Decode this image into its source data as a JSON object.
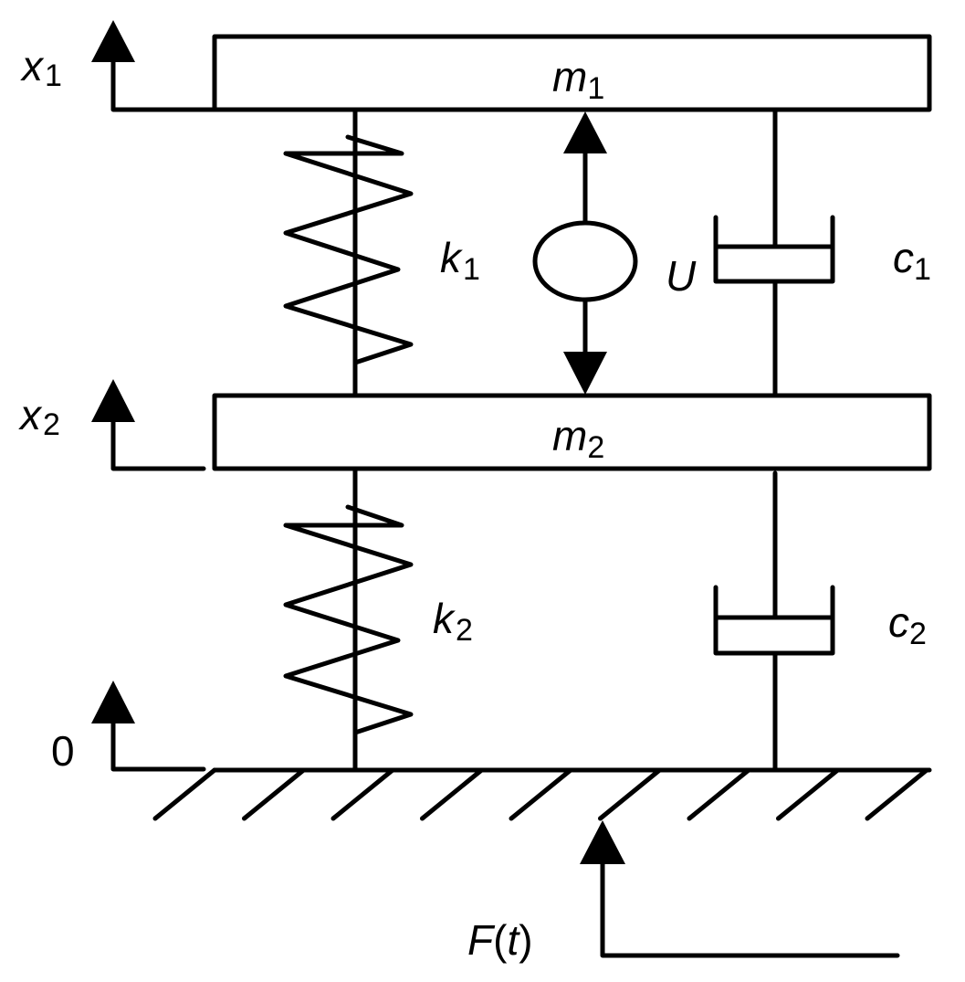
{
  "diagram": {
    "type": "two-mass spring-damper system",
    "colors": {
      "stroke": "#000000",
      "background": "#ffffff"
    },
    "masses": [
      {
        "symbol": "m",
        "subscript": "1"
      },
      {
        "symbol": "m",
        "subscript": "2"
      }
    ],
    "springs": [
      {
        "symbol": "k",
        "subscript": "1"
      },
      {
        "symbol": "k",
        "subscript": "2"
      }
    ],
    "dampers": [
      {
        "symbol": "c",
        "subscript": "1"
      },
      {
        "symbol": "c",
        "subscript": "2"
      }
    ],
    "actuator": {
      "symbol": "U"
    },
    "displacements": [
      {
        "symbol": "x",
        "subscript": "1"
      },
      {
        "symbol": "x",
        "subscript": "2"
      },
      {
        "symbol": "0",
        "subscript": ""
      }
    ],
    "force": {
      "symbol": "F",
      "argument": "t"
    }
  }
}
